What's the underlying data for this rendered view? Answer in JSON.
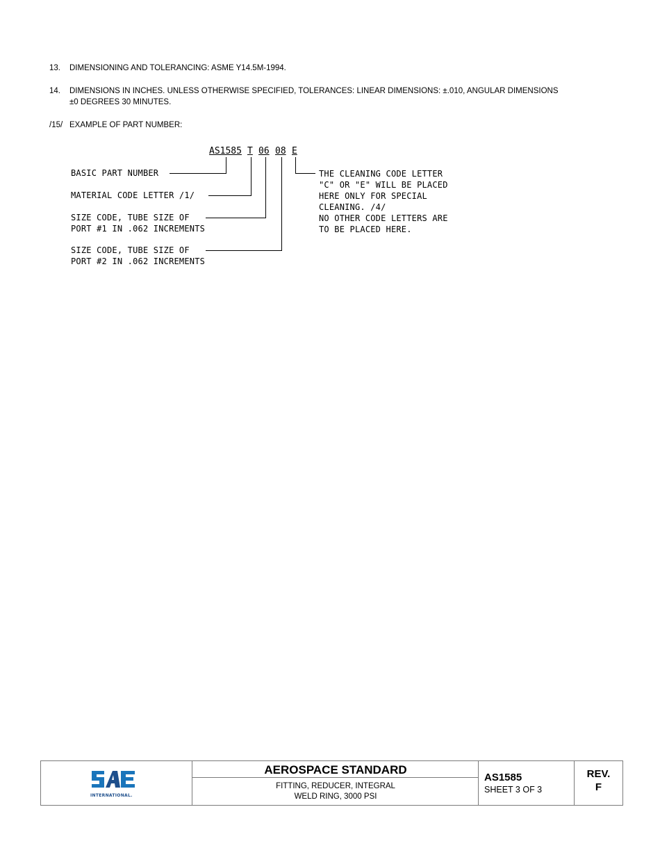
{
  "notes": [
    {
      "number": "13.",
      "text": "DIMENSIONING AND TOLERANCING:  ASME Y14.5M-1994."
    },
    {
      "number": "14.",
      "text": "DIMENSIONS IN INCHES.  UNLESS OTHERWISE SPECIFIED, TOLERANCES:  LINEAR DIMENSIONS:  ±.010, ANGULAR DIMENSIONS",
      "text2": "±0 DEGREES 30 MINUTES."
    },
    {
      "number": "/15/",
      "text": "EXAMPLE OF PART NUMBER:"
    }
  ],
  "part_number_example": {
    "segments": [
      "AS1585",
      "T",
      "06",
      "08",
      "E"
    ],
    "labels": {
      "basic": "BASIC PART NUMBER",
      "material": "MATERIAL CODE LETTER /1/",
      "size1_line1": "SIZE CODE, TUBE SIZE OF",
      "size1_line2": "PORT #1 IN .062 INCREMENTS",
      "size2_line1": "SIZE CODE, TUBE SIZE OF",
      "size2_line2": "PORT #2 IN .062 INCREMENTS",
      "cleaning": [
        "THE CLEANING CODE LETTER",
        "\"C\" OR \"E\" WILL BE PLACED",
        "HERE ONLY FOR SPECIAL",
        "CLEANING. /4/",
        "NO OTHER CODE LETTERS ARE",
        "TO BE PLACED HERE."
      ]
    }
  },
  "title_block": {
    "logo_text": "SAE",
    "logo_subtext": "INTERNATIONAL.",
    "logo_color": "#1a75bb",
    "logo_color_dark": "#1e4f8c",
    "heading": "AEROSPACE STANDARD",
    "description_line1": "FITTING, REDUCER, INTEGRAL",
    "description_line2": "WELD RING, 3000 PSI",
    "doc_number": "AS1585",
    "sheet": "SHEET 3 OF 3",
    "rev_label": "REV.",
    "rev_value": "F"
  }
}
